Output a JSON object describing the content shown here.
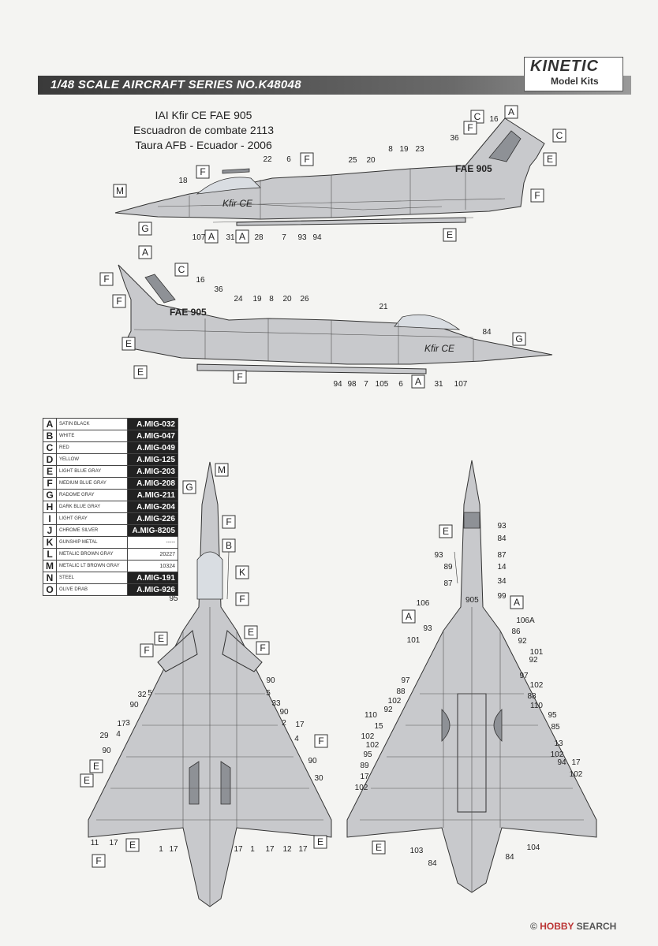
{
  "header": {
    "title": "1/48 SCALE  AIRCRAFT  SERIES NO.K48048",
    "brand_name": "KINETIC",
    "brand_sub": "Model Kits"
  },
  "subject": {
    "line1": "IAI Kfir CE FAE 905",
    "line2": "Escuadron de combate 2113",
    "line3": "Taura AFB - Ecuador - 2006"
  },
  "aircraft": {
    "serial": "FAE 905",
    "nose_marking": "Kfir CE",
    "nose_number": "905"
  },
  "legend": [
    {
      "letter": "A",
      "name": "SATIN BLACK",
      "code": "A.MIG-032",
      "highlight": true
    },
    {
      "letter": "B",
      "name": "WHITE",
      "code": "A.MIG-047",
      "highlight": true
    },
    {
      "letter": "C",
      "name": "RED",
      "code": "A.MIG-049",
      "highlight": true
    },
    {
      "letter": "D",
      "name": "YELLOW",
      "code": "A.MIG-125",
      "highlight": true
    },
    {
      "letter": "E",
      "name": "LIGHT BLUE GRAY",
      "code": "A.MIG-203",
      "highlight": true
    },
    {
      "letter": "F",
      "name": "MEDIUM BLUE GRAY",
      "code": "A.MIG-208",
      "highlight": true
    },
    {
      "letter": "G",
      "name": "RADOME GRAY",
      "code": "A.MIG-211",
      "highlight": true
    },
    {
      "letter": "H",
      "name": "DARK BLUE GRAY",
      "code": "A.MIG-204",
      "highlight": true
    },
    {
      "letter": "I",
      "name": "LIGHT GRAY",
      "code": "A.MIG-226",
      "highlight": true
    },
    {
      "letter": "J",
      "name": "CHROME SILVER",
      "code": "A.MIG-8205",
      "highlight": true
    },
    {
      "letter": "K",
      "name": "GUNSHIP METAL",
      "code": "-----",
      "highlight": false
    },
    {
      "letter": "L",
      "name": "METALIC BROWN GRAY",
      "code": "20227",
      "highlight": false
    },
    {
      "letter": "M",
      "name": "METALIC LT BROWN GRAY",
      "code": "10324",
      "highlight": false
    },
    {
      "letter": "N",
      "name": "STEEL",
      "code": "A.MIG-191",
      "highlight": true
    },
    {
      "letter": "O",
      "name": "OLIVE DRAB",
      "code": "A.MIG-926",
      "highlight": true
    }
  ],
  "callouts": {
    "side1_boxes": [
      "A",
      "C",
      "F",
      "C",
      "E",
      "F",
      "F",
      "F",
      "M",
      "G",
      "A",
      "A",
      "E"
    ],
    "side1_numbers": [
      "16",
      "36",
      "8",
      "19",
      "23",
      "25",
      "20",
      "22",
      "6",
      "18",
      "107",
      "31",
      "28",
      "7",
      "93",
      "94"
    ],
    "side2_boxes": [
      "A",
      "C",
      "F",
      "F",
      "E",
      "E",
      "F",
      "G",
      "A"
    ],
    "side2_numbers": [
      "16",
      "36",
      "24",
      "19",
      "8",
      "20",
      "26",
      "21",
      "84",
      "94",
      "98",
      "7",
      "105",
      "6",
      "31",
      "107"
    ],
    "top_boxes": [
      "M",
      "G",
      "F",
      "B",
      "K",
      "F",
      "E",
      "E",
      "F",
      "F",
      "F",
      "E",
      "E",
      "F",
      "E",
      "E"
    ],
    "top_numbers": [
      "95",
      "90",
      "5",
      "32",
      "90",
      "3",
      "17",
      "29",
      "4",
      "90",
      "5",
      "33",
      "90",
      "2",
      "17",
      "4",
      "90",
      "30",
      "11",
      "17",
      "1",
      "17",
      "17",
      "1",
      "17",
      "12",
      "17"
    ],
    "bottom_boxes": [
      "E",
      "A",
      "A",
      "E"
    ],
    "bottom_numbers": [
      "93",
      "84",
      "93",
      "87",
      "89",
      "14",
      "87",
      "34",
      "99",
      "106",
      "106A",
      "93",
      "86",
      "101",
      "92",
      "101",
      "92",
      "97",
      "97",
      "88",
      "102",
      "102",
      "88",
      "92",
      "110",
      "110",
      "15",
      "95",
      "102",
      "85",
      "102",
      "13",
      "95",
      "102",
      "89",
      "94",
      "17",
      "17",
      "102",
      "102",
      "103",
      "104",
      "84",
      "84"
    ]
  },
  "watermark": {
    "prefix": "©",
    "brand": "HOBBY",
    "rest": " SEARCH"
  }
}
